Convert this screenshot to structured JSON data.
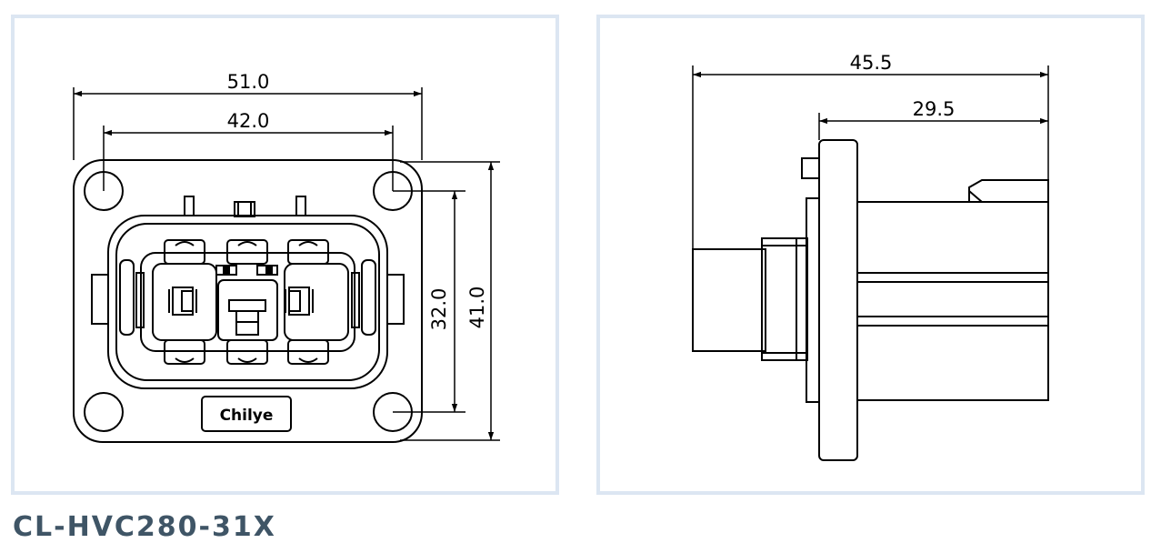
{
  "title": "CL-HVC280-31X",
  "front_view": {
    "width_overall": "51.0",
    "hole_spacing_horizontal": "42.0",
    "hole_spacing_vertical": "32.0",
    "height_overall": "41.0",
    "logo_text": "Chilye"
  },
  "side_view": {
    "length_overall": "45.5",
    "length_front": "29.5"
  },
  "colors": {
    "panel_border": "#dce6f2",
    "title_text": "#3f5566",
    "line": "#000000"
  }
}
